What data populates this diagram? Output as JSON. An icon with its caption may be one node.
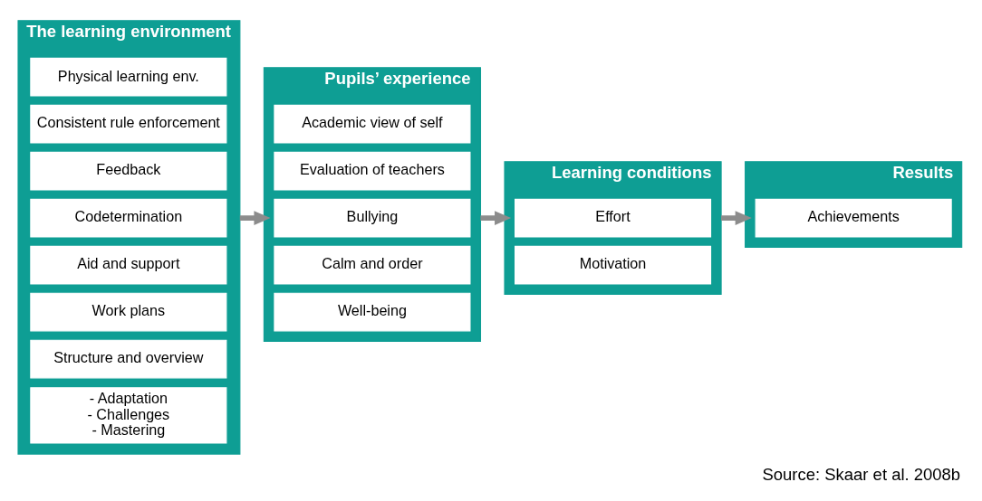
{
  "diagram": {
    "caption": "Source: Skaar et al. 2008b",
    "nodes": [
      {
        "text": [
          "The learning environment"
        ]
      },
      {
        "text": [
          "- Adaptation",
          "- Challenges",
          "- Mastering"
        ],
        "in": 0
      },
      {
        "text": [
          "Structure and overview"
        ],
        "in": 0
      },
      {
        "text": [
          "Work plans"
        ],
        "in": 0
      },
      {
        "text": [
          "Aid and support"
        ],
        "in": 0
      },
      {
        "text": [
          "Codetermination"
        ],
        "in": 0
      },
      {
        "text": [
          "Feedback"
        ],
        "in": 0
      },
      {
        "text": [
          "Consistent rule enforcement"
        ],
        "in": 0
      },
      {
        "text": [
          "Physical learning env."
        ],
        "in": 0
      },
      {
        "text": [
          "Pupils’ experience"
        ]
      },
      {
        "text": [
          "Well-being"
        ],
        "in": 9
      },
      {
        "text": [
          "Calm and order"
        ],
        "in": 9
      },
      {
        "text": [
          "Bullying"
        ],
        "in": 9
      },
      {
        "text": [
          "Evaluation of teachers"
        ],
        "in": 9
      },
      {
        "text": [
          "Academic view of self"
        ],
        "in": 9
      },
      {
        "text": [
          "Learning conditions"
        ]
      },
      {
        "text": [
          "Motivation"
        ],
        "in": 15
      },
      {
        "text": [
          "Effort"
        ],
        "in": 15
      },
      {
        "text": [
          "Results"
        ]
      },
      {
        "text": [
          "Achievements"
        ],
        "in": 18
      }
    ],
    "edges": [
      {
        "from": 0,
        "to": 9,
        "arrow": "to"
      },
      {
        "from": 9,
        "to": 15,
        "arrow": "to"
      },
      {
        "from": 15,
        "to": 18,
        "arrow": "to"
      }
    ]
  }
}
